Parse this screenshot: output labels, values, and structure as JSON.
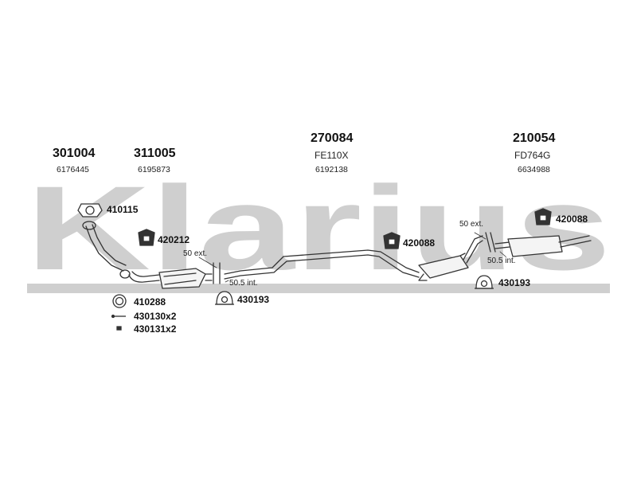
{
  "watermark": {
    "text": "Klarius",
    "color": "#cccccc"
  },
  "groups": [
    {
      "number": "301004",
      "code": "6176445"
    },
    {
      "number": "311005",
      "code": "6195873"
    },
    {
      "number": "270084",
      "sub": "FE110X",
      "code": "6192138"
    },
    {
      "number": "210054",
      "sub": "FD764G",
      "code": "6634988"
    }
  ],
  "parts": {
    "p410115": "410115",
    "p420212": "420212",
    "p410288": "410288",
    "p430130": "430130x2",
    "p430131": "430131x2",
    "p430193a": "430193",
    "p420088a": "420088",
    "p430193b": "430193",
    "p420088b": "420088"
  },
  "notes": {
    "ext1": "50 ext.",
    "int1": "50.5 int.",
    "ext2": "50 ext.",
    "int2": "50.5 int."
  },
  "colors": {
    "line": "#333333",
    "fill": "#ffffff",
    "shade": "#888888"
  }
}
